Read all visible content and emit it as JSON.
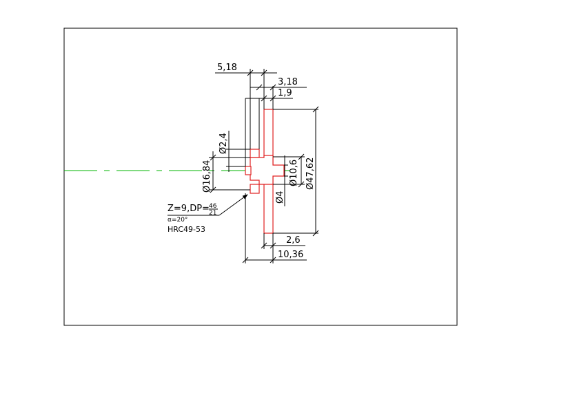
{
  "drawing": {
    "dimensions": {
      "d1": "5,18",
      "d2": "3,18",
      "d3": "1,9",
      "d4": "2,6",
      "d5": "10,36",
      "d_bore": "Ø2,4",
      "d_hub": "Ø16,84",
      "d_pin": "Ø10,6",
      "d_shaft": "Ø4",
      "d_outer": "Ø47,62"
    },
    "notes": {
      "gear_z": "Z=9,DP=",
      "dp_num": "46",
      "dp_den": "21",
      "pressure_angle": "α=20°",
      "hardness": "HRC49-53"
    },
    "colors": {
      "part_outline": "#e02020",
      "center_line": "#00b400",
      "lines": "#000000"
    }
  }
}
